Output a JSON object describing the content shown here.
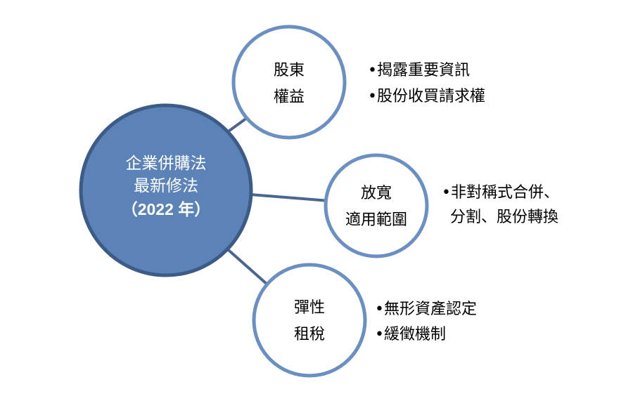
{
  "center": {
    "line1": "企業併購法",
    "line2": "最新修法",
    "line3": "（2022 年）"
  },
  "nodes": [
    {
      "line1": "股東",
      "line2": "權益",
      "bullets": [
        "•揭露重要資訊",
        "•股份收買請求權"
      ]
    },
    {
      "line1": "放寬",
      "line2": "適用範圍",
      "bullets": [
        "•非對稱式合併、",
        "分割、股份轉換"
      ]
    },
    {
      "line1": "彈性",
      "line2": "租稅",
      "bullets": [
        "•無形資產認定",
        "•緩徵機制"
      ]
    }
  ],
  "colors": {
    "center_fill": "#5b83b8",
    "center_border": "#3c5b86",
    "node_border": "#6a8fc3",
    "connector": "#4a6690"
  }
}
